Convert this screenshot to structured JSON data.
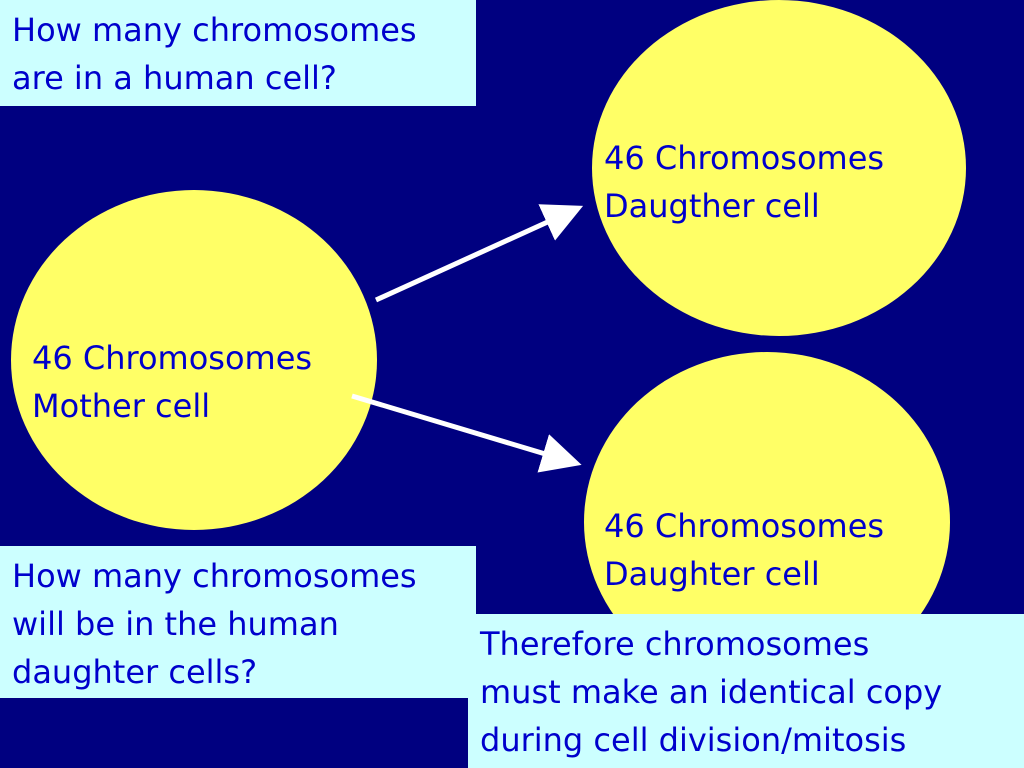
{
  "colors": {
    "background": "#000080",
    "cell_fill": "#FFFF66",
    "box_fill": "#CCFFFF",
    "text": "#0000CC",
    "arrow": "#FFFFFF"
  },
  "question_top": {
    "lines": [
      "How many chromosomes",
      "are in a human cell?"
    ]
  },
  "mother_cell": {
    "lines": [
      "46 Chromosomes",
      "Mother cell"
    ]
  },
  "daughter_cell_top": {
    "lines": [
      "46 Chromosomes",
      "Daugther cell"
    ]
  },
  "daughter_cell_bottom": {
    "lines": [
      "46 Chromosomes",
      "Daughter cell"
    ]
  },
  "question_bottom": {
    "lines": [
      "How many chromosomes",
      "will be in the human",
      "daughter cells?"
    ]
  },
  "conclusion": {
    "lines": [
      "Therefore chromosomes",
      "must make an identical copy",
      "during cell division/mitosis"
    ]
  }
}
